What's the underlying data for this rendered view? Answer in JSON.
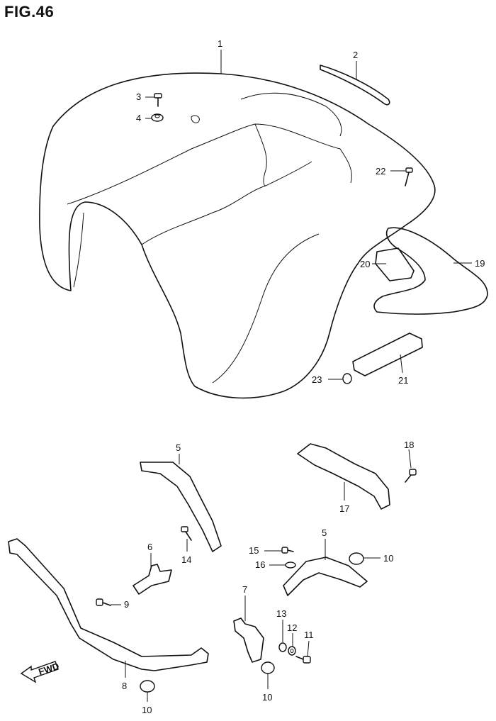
{
  "figure": {
    "title": "FIG.46"
  },
  "fwd_label": "FWD",
  "callouts": [
    {
      "id": "1",
      "label": "1"
    },
    {
      "id": "2",
      "label": "2"
    },
    {
      "id": "3",
      "label": "3"
    },
    {
      "id": "4",
      "label": "4"
    },
    {
      "id": "5a",
      "label": "5"
    },
    {
      "id": "5b",
      "label": "5"
    },
    {
      "id": "6",
      "label": "6"
    },
    {
      "id": "7",
      "label": "7"
    },
    {
      "id": "8",
      "label": "8"
    },
    {
      "id": "9",
      "label": "9"
    },
    {
      "id": "10a",
      "label": "10"
    },
    {
      "id": "10b",
      "label": "10"
    },
    {
      "id": "10c",
      "label": "10"
    },
    {
      "id": "11",
      "label": "11"
    },
    {
      "id": "12",
      "label": "12"
    },
    {
      "id": "13",
      "label": "13"
    },
    {
      "id": "14",
      "label": "14"
    },
    {
      "id": "15",
      "label": "15"
    },
    {
      "id": "16",
      "label": "16"
    },
    {
      "id": "17",
      "label": "17"
    },
    {
      "id": "18",
      "label": "18"
    },
    {
      "id": "19",
      "label": "19"
    },
    {
      "id": "20",
      "label": "20"
    },
    {
      "id": "21",
      "label": "21"
    },
    {
      "id": "22",
      "label": "22"
    },
    {
      "id": "23",
      "label": "23"
    }
  ]
}
